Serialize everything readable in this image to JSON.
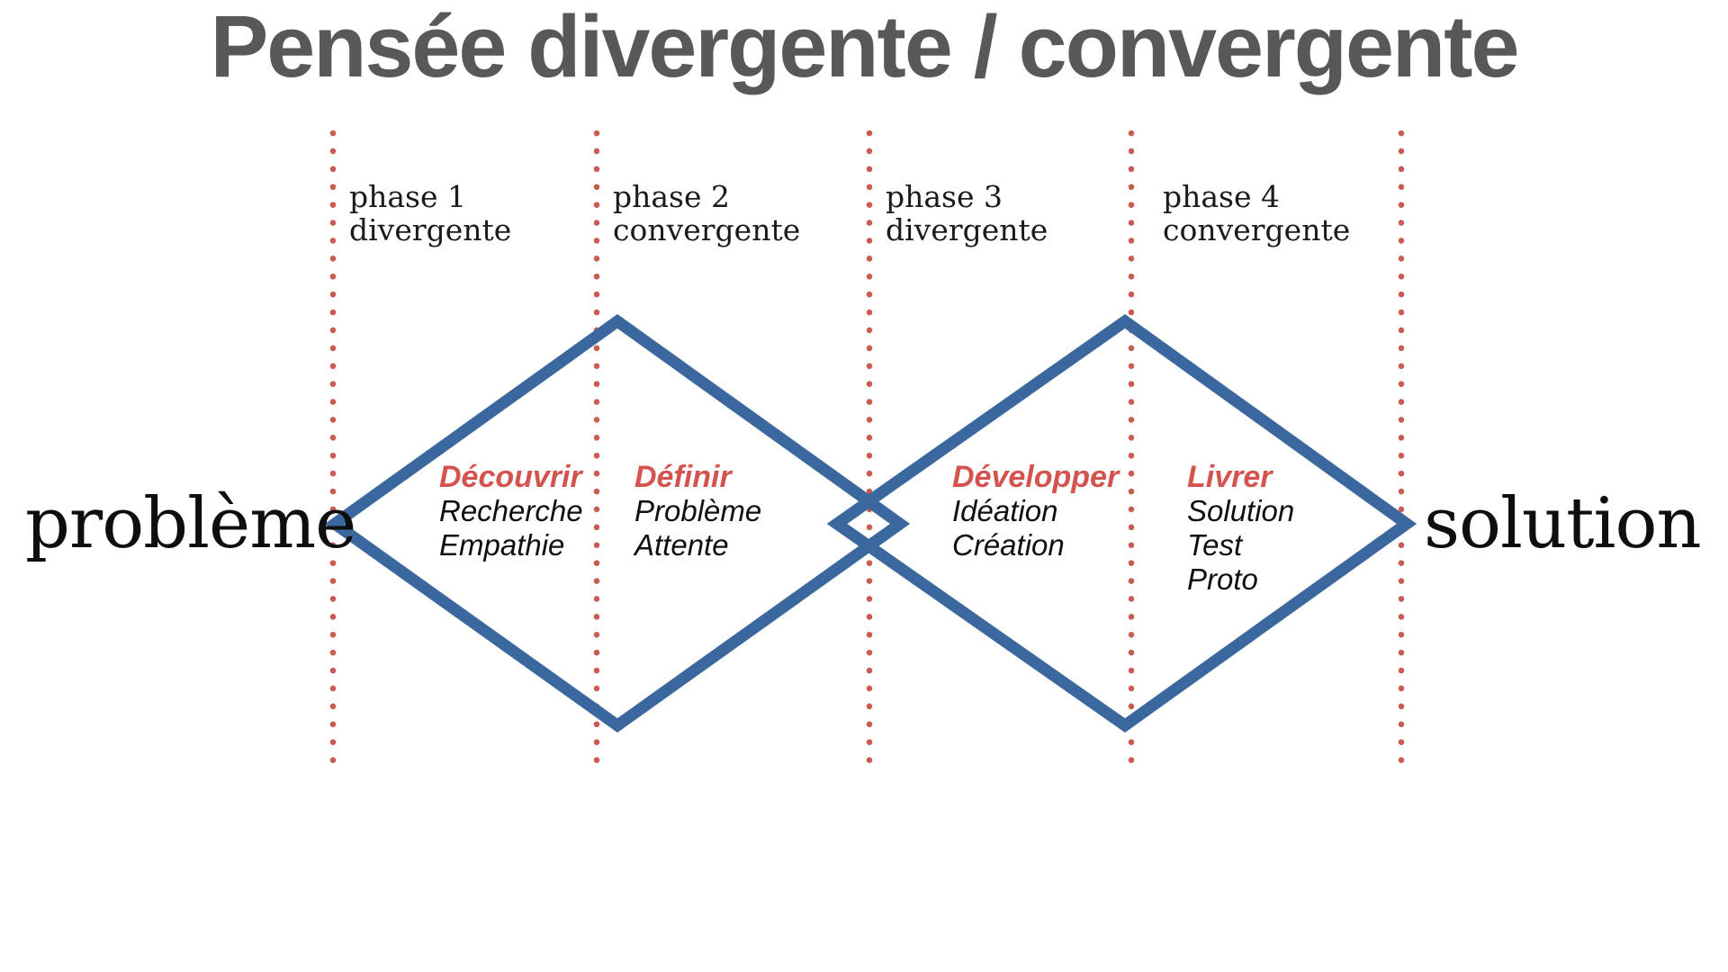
{
  "title": "Pensée divergente / convergente",
  "endpoints": {
    "problem": "problème",
    "solution": "solution"
  },
  "phases": [
    {
      "name": "phase 1",
      "type": "divergente"
    },
    {
      "name": "phase 2",
      "type": "convergente"
    },
    {
      "name": "phase 3",
      "type": "divergente"
    },
    {
      "name": "phase 4",
      "type": "convergente"
    }
  ],
  "stages": [
    {
      "heading": "Découvrir",
      "items": [
        "Recherche",
        "Empathie"
      ]
    },
    {
      "heading": "Définir",
      "items": [
        "Problème",
        "Attente"
      ]
    },
    {
      "heading": "Développer",
      "items": [
        "Idéation",
        "Création"
      ]
    },
    {
      "heading": "Livrer",
      "items": [
        "Solution",
        "Test",
        "Proto"
      ]
    }
  ],
  "colors": {
    "blue": "#3a689e",
    "red": "#d5534e",
    "dot": "#cd5a50",
    "title": "#58585b",
    "ink": "#101010"
  }
}
